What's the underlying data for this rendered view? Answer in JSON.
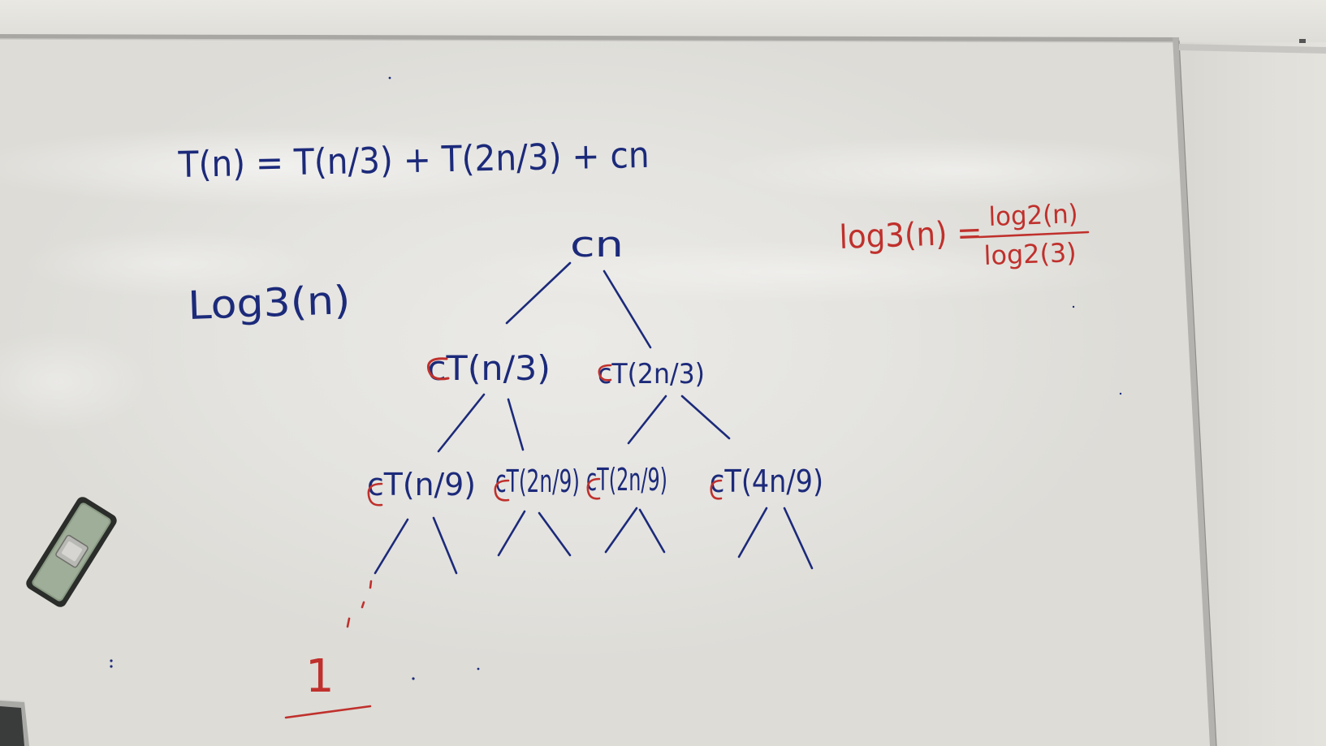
{
  "colors": {
    "blue_marker": "#1c2a7a",
    "red_marker": "#c0302c",
    "board_white": "#e8e7e3",
    "frame_aluminium": "#a9a8a4",
    "eraser_body": "#2a2d2a",
    "eraser_felt": "#8a9a84"
  },
  "board": {
    "recurrence": "T(n) = T(n/3) + T(2n/3) + cn",
    "depth_note": "Log3(n)",
    "change_of_base": {
      "lhs": "log3(n) =",
      "numerator": "log2(n)",
      "denominator": "log2(3)"
    },
    "tree": {
      "root": "cn",
      "level1": [
        "cT(n/3)",
        "cT(2n/3)"
      ],
      "level2": [
        "cT(n/9)",
        "cT(2n/9)",
        "cT(2n/9)",
        "cT(4n/9)"
      ],
      "leaf": "1"
    }
  },
  "objects": {
    "eraser": "whiteboard eraser",
    "frame": "whiteboard frame"
  }
}
